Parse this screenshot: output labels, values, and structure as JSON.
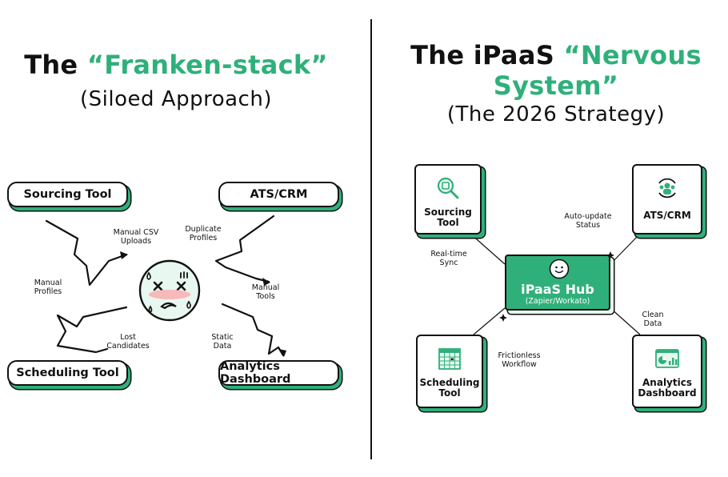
{
  "left": {
    "title_prefix": "The ",
    "title_accent": "“Franken-stack”",
    "subtitle": "(Siloed Approach)",
    "tools": {
      "sourcing": "Sourcing Tool",
      "ats": "ATS/CRM",
      "scheduling": "Scheduling Tool",
      "analytics": "Analytics Dashboard"
    },
    "labels": {
      "manual_csv": [
        "Manual CSV",
        "Uploads"
      ],
      "duplicate": [
        "Duplicate",
        "Profiles"
      ],
      "manual_profiles": [
        "Manual",
        "Profiles"
      ],
      "manual_tools": [
        "Manual",
        "Tools"
      ],
      "lost_candidates": [
        "Lost",
        "Candidates"
      ],
      "static_data": [
        "Static",
        "Data"
      ]
    },
    "center_icon": "stressed-face-icon"
  },
  "right": {
    "title_line1_prefix": "The iPaaS ",
    "title_line1_accent": "“Nervous",
    "title_line2_accent": "System”",
    "subtitle": "(The 2026 Strategy)",
    "hub": {
      "title": "iPaaS Hub",
      "subtitle": "(Zapier/Workato)",
      "icon": "smiley-face-icon"
    },
    "cards": {
      "sourcing": {
        "label": [
          "Sourcing",
          "Tool"
        ],
        "icon": "search-magnifier-icon"
      },
      "ats": {
        "label": [
          "ATS/CRM"
        ],
        "icon": "people-sync-icon"
      },
      "scheduling": {
        "label": [
          "Scheduling",
          "Tool"
        ],
        "icon": "calendar-icon"
      },
      "analytics": {
        "label": [
          "Analytics",
          "Dashboard"
        ],
        "icon": "dashboard-chart-icon"
      }
    },
    "labels": {
      "auto_update": [
        "Auto-update",
        "Status"
      ],
      "real_time": [
        "Real-time",
        "Sync"
      ],
      "clean_data": [
        "Clean",
        "Data"
      ],
      "frictionless": [
        "Frictionless",
        "Workflow"
      ]
    }
  },
  "colors": {
    "accent": "#2fb07a",
    "ink": "#111111",
    "blush": "#f7b9b9",
    "face": "#e8f7f0"
  }
}
